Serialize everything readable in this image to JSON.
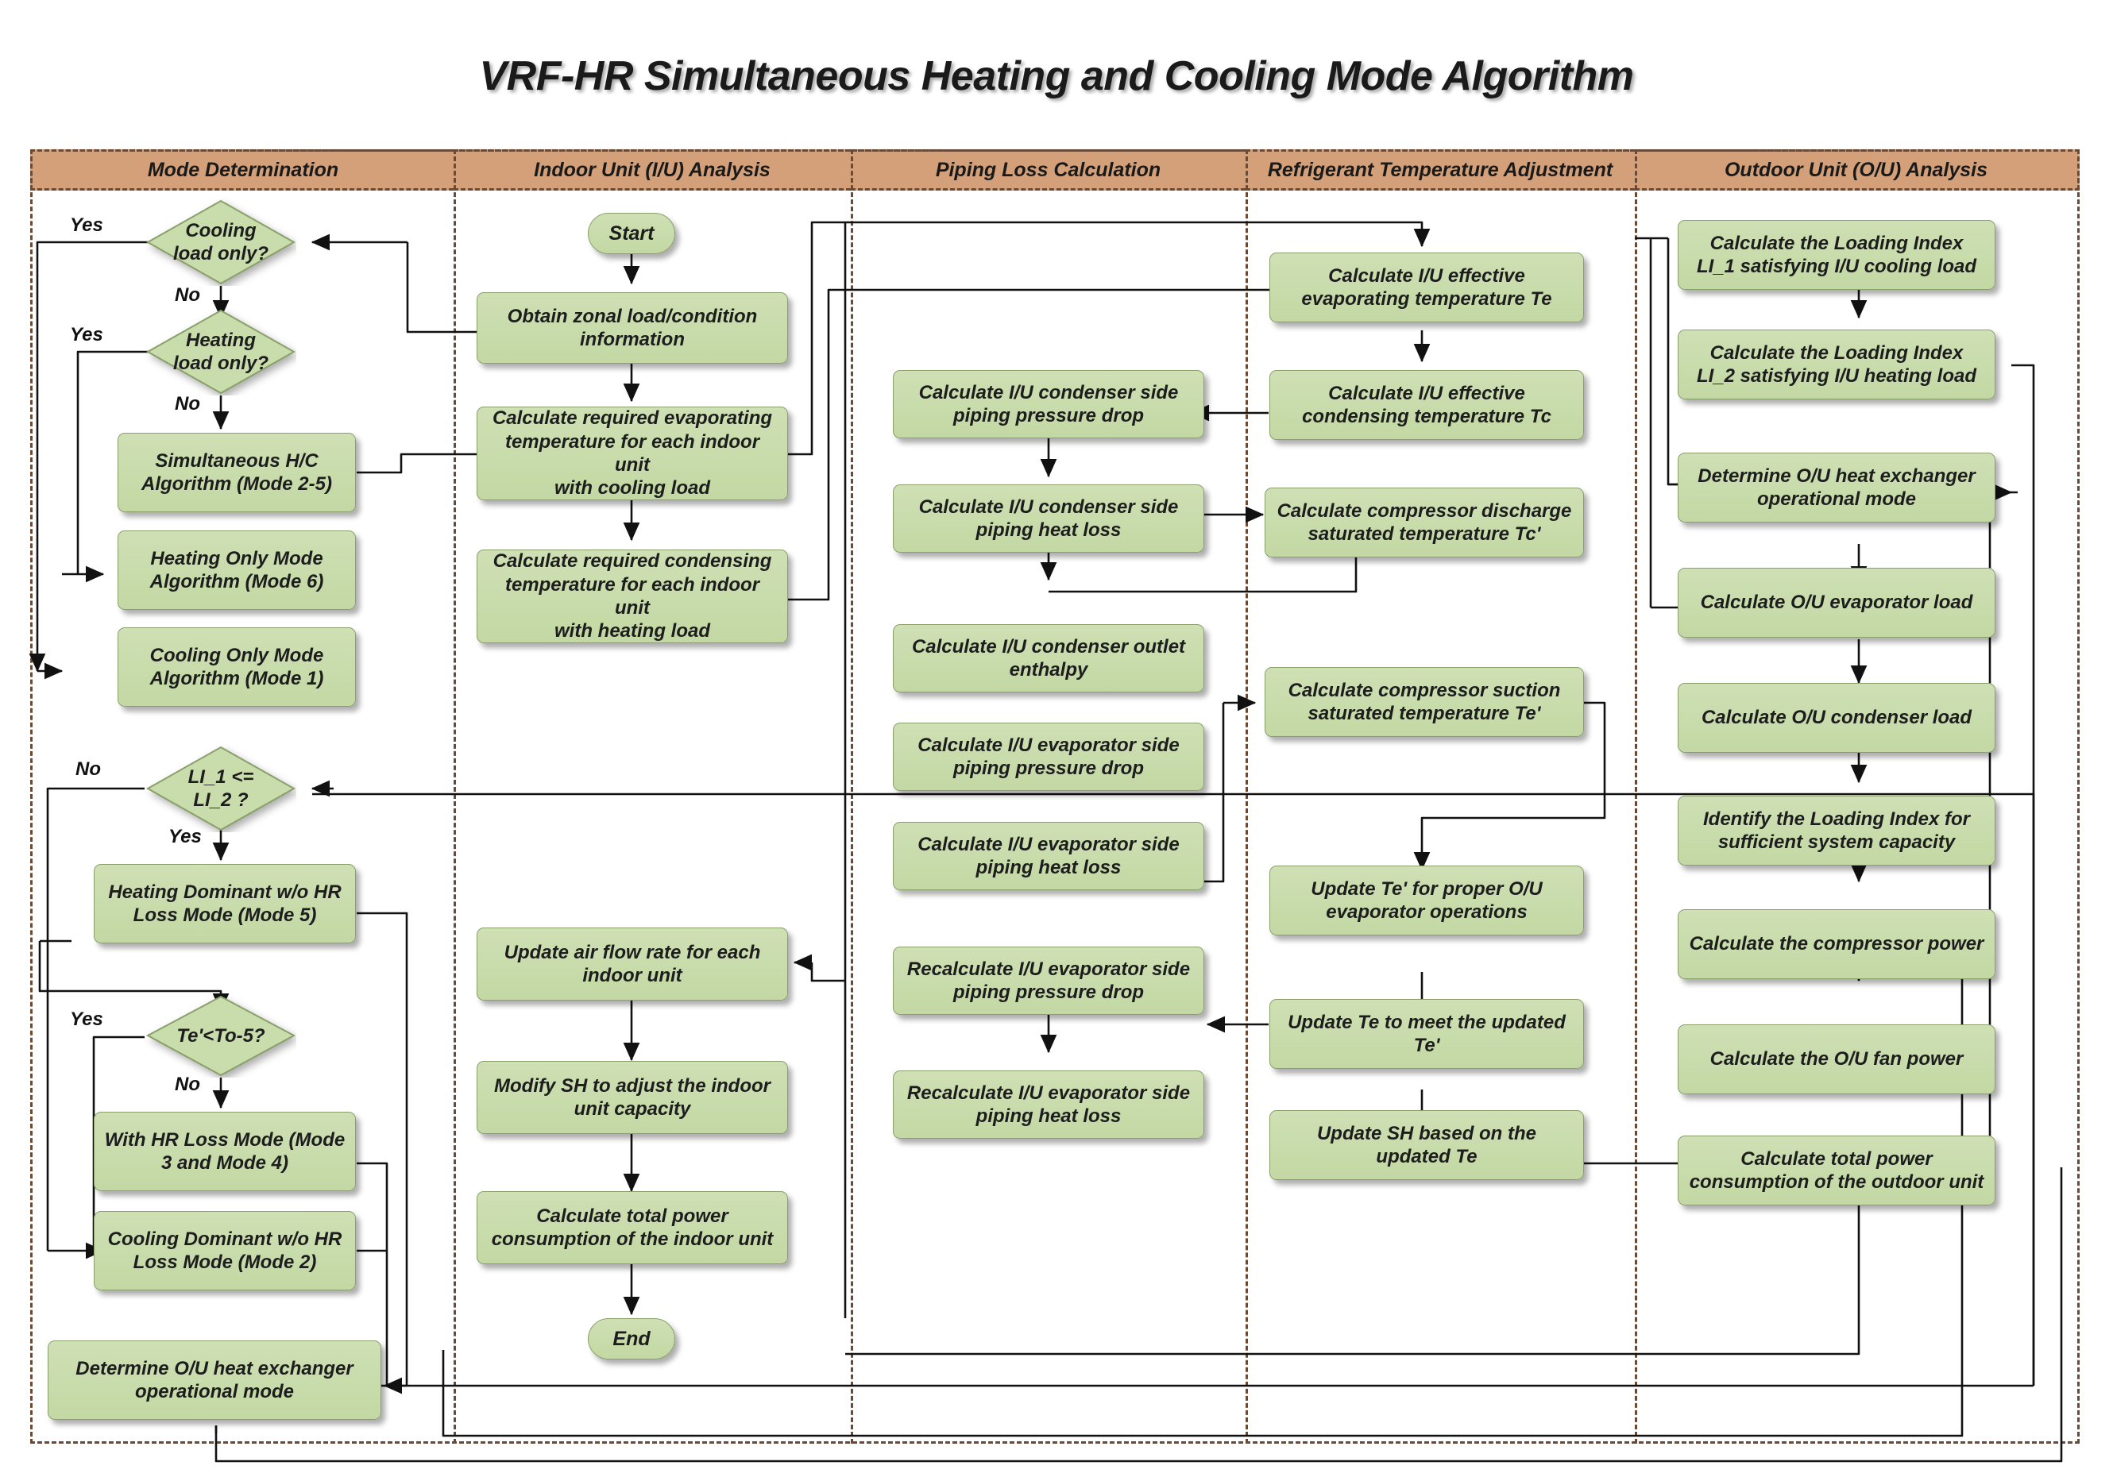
{
  "title": "VRF-HR Simultaneous Heating and Cooling Mode Algorithm",
  "colors": {
    "lane_header_bg": "#d4a07a",
    "lane_border": "#6b4a35",
    "node_fill": "#c9dcab",
    "node_border": "#8aa06a",
    "text": "#1d1d1d"
  },
  "lanes": [
    {
      "id": "mode-determination",
      "label": "Mode Determination"
    },
    {
      "id": "indoor-unit-analysis",
      "label": "Indoor Unit (I/U) Analysis"
    },
    {
      "id": "piping-loss-calculation",
      "label": "Piping Loss Calculation"
    },
    {
      "id": "refrigerant-temperature-adjustment",
      "label": "Refrigerant Temperature Adjustment"
    },
    {
      "id": "outdoor-unit-analysis",
      "label": "Outdoor Unit (O/U) Analysis"
    }
  ],
  "nodes": {
    "cooling_load_only": "Cooling\nload only?",
    "heating_load_only": "Heating\nload only?",
    "simultaneous_hc": "Simultaneous H/C\nAlgorithm (Mode 2-5)",
    "heating_only_mode": "Heating Only Mode\nAlgorithm (Mode 6)",
    "cooling_only_mode": "Cooling Only Mode\nAlgorithm (Mode 1)",
    "li_compare": "LI_1 <=\nLI_2 ?",
    "heating_dominant": "Heating Dominant w/o HR\nLoss Mode (Mode 5)",
    "te_lt_to5": "Te'<To-5?",
    "with_hr_loss": "With HR Loss Mode (Mode\n3 and Mode 4)",
    "cooling_dominant": "Cooling Dominant w/o HR\nLoss Mode (Mode 2)",
    "determine_ou_hx_left": "Determine O/U heat exchanger\noperational mode",
    "start": "Start",
    "obtain_zonal": "Obtain zonal load/condition\ninformation",
    "calc_req_evap": "Calculate required evaporating\ntemperature for each indoor unit\nwith cooling load",
    "calc_req_cond": "Calculate required condensing\ntemperature for each indoor unit\nwith heating load",
    "update_air_flow": "Update air flow rate for each\nindoor unit",
    "modify_sh": "Modify SH to adjust the indoor\nunit capacity",
    "calc_total_power_iu": "Calculate total power\nconsumption of the indoor unit",
    "end": "End",
    "cond_press_drop": "Calculate I/U condenser side\npiping pressure drop",
    "cond_heat_loss": "Calculate I/U condenser side\npiping heat loss",
    "cond_outlet_enthalpy": "Calculate I/U condenser outlet\nenthalpy",
    "evap_press_drop": "Calculate I/U evaporator side\npiping pressure drop",
    "evap_heat_loss": "Calculate I/U evaporator side\npiping heat loss",
    "recalc_evap_press_drop": "Recalculate I/U evaporator side\npiping pressure drop",
    "recalc_evap_heat_loss": "Recalculate I/U evaporator side\npiping heat loss",
    "calc_te": "Calculate I/U effective\nevaporating temperature Te",
    "calc_tc": "Calculate I/U effective\ncondensing temperature Tc",
    "calc_tc_prime": "Calculate compressor discharge\nsaturated temperature Tc'",
    "calc_te_prime": "Calculate compressor suction\nsaturated temperature Te'",
    "update_te_prime": "Update Te' for proper O/U\nevaporator operations",
    "update_te": "Update Te to meet the updated\nTe'",
    "update_sh": "Update SH based on the\nupdated Te",
    "calc_li1": "Calculate the Loading Index\nLI_1 satisfying I/U cooling load",
    "calc_li2": "Calculate the Loading Index\nLI_2 satisfying I/U heating load",
    "determine_ou_hx_right": "Determine O/U heat exchanger\noperational mode",
    "calc_ou_evap_load": "Calculate O/U evaporator load",
    "calc_ou_cond_load": "Calculate O/U condenser load",
    "identify_li": "Identify the Loading Index for\nsufficient system capacity",
    "calc_compressor_power": "Calculate the compressor power",
    "calc_ou_fan_power": "Calculate the O/U fan power",
    "calc_total_power_ou": "Calculate total power\nconsumption of the outdoor unit"
  },
  "edge_labels": {
    "cooling_yes": "Yes",
    "cooling_no": "No",
    "heating_yes": "Yes",
    "heating_no": "No",
    "li_no": "No",
    "li_yes": "Yes",
    "te_yes": "Yes",
    "te_no": "No"
  }
}
